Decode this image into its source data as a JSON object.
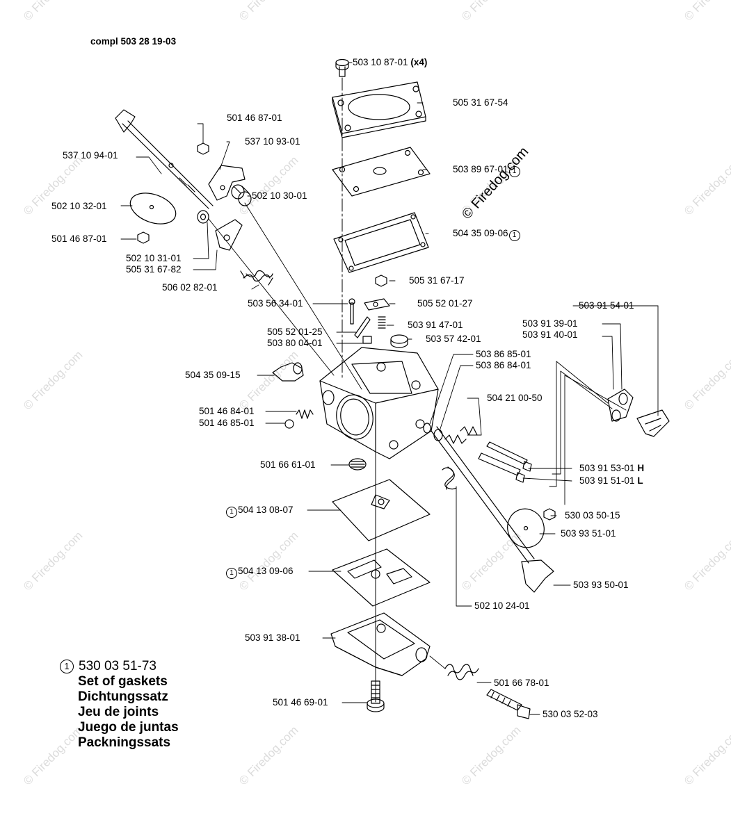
{
  "header": {
    "assembly": "compl 503 28 19-03"
  },
  "watermark": "© Firedog.com",
  "copyright": "© Firedog.com",
  "parts": [
    {
      "id": "p01",
      "num": "503 10 87-01",
      "suffix": "(x4)"
    },
    {
      "id": "p02",
      "num": "505 31 67-54"
    },
    {
      "id": "p03",
      "num": "501 46 87-01"
    },
    {
      "id": "p04",
      "num": "537 10 93-01"
    },
    {
      "id": "p05",
      "num": "537 10 94-01"
    },
    {
      "id": "p06",
      "num": "503 89 67-01",
      "marker": "1"
    },
    {
      "id": "p07",
      "num": "502 10 32-01"
    },
    {
      "id": "p08",
      "num": "502 10 30-01"
    },
    {
      "id": "p09",
      "num": "501 46 87-01"
    },
    {
      "id": "p10",
      "num": "504 35 09-06",
      "marker": "1"
    },
    {
      "id": "p11",
      "num": "502 10 31-01"
    },
    {
      "id": "p12",
      "num": "505 31 67-82"
    },
    {
      "id": "p13",
      "num": "505 31 67-17"
    },
    {
      "id": "p14",
      "num": "506 02 82-01"
    },
    {
      "id": "p15",
      "num": "503 56 34-01"
    },
    {
      "id": "p16",
      "num": "505 52 01-27"
    },
    {
      "id": "p17",
      "num": "503 91 54-01"
    },
    {
      "id": "p18",
      "num": "503 91 47-01"
    },
    {
      "id": "p19",
      "num": "503 91 39-01"
    },
    {
      "id": "p20",
      "num": "505 52 01-25"
    },
    {
      "id": "p21",
      "num": "503 91 40-01"
    },
    {
      "id": "p22",
      "num": "503 57 42-01"
    },
    {
      "id": "p23",
      "num": "503 80 04-01"
    },
    {
      "id": "p24",
      "num": "503 86 85-01"
    },
    {
      "id": "p25",
      "num": "503 86 84-01"
    },
    {
      "id": "p26",
      "num": "504 35 09-15"
    },
    {
      "id": "p27",
      "num": "504 21 00-50"
    },
    {
      "id": "p28",
      "num": "501 46 84-01"
    },
    {
      "id": "p29",
      "num": "501 46 85-01"
    },
    {
      "id": "p30",
      "num": "501 66 61-01"
    },
    {
      "id": "p31",
      "num": "503 91 53-01",
      "suffix": "H"
    },
    {
      "id": "p32",
      "num": "503 91 51-01",
      "suffix": "L"
    },
    {
      "id": "p33",
      "num": "504 13 08-07",
      "marker": "1",
      "markerFirst": true
    },
    {
      "id": "p34",
      "num": "530 03 50-15"
    },
    {
      "id": "p35",
      "num": "503 93 51-01"
    },
    {
      "id": "p36",
      "num": "504 13 09-06",
      "marker": "1",
      "markerFirst": true
    },
    {
      "id": "p37",
      "num": "503 93 50-01"
    },
    {
      "id": "p38",
      "num": "502 10 24-01"
    },
    {
      "id": "p39",
      "num": "503 91 38-01"
    },
    {
      "id": "p40",
      "num": "501 66 78-01"
    },
    {
      "id": "p41",
      "num": "501 46 69-01"
    },
    {
      "id": "p42",
      "num": "530 03 52-03"
    }
  ],
  "legend": {
    "marker": "1",
    "number": "530 03 51-73",
    "lines": [
      "Set of gaskets",
      "Dichtungssatz",
      "Jeu de joints",
      "Juego de juntas",
      "Packningssats"
    ]
  }
}
